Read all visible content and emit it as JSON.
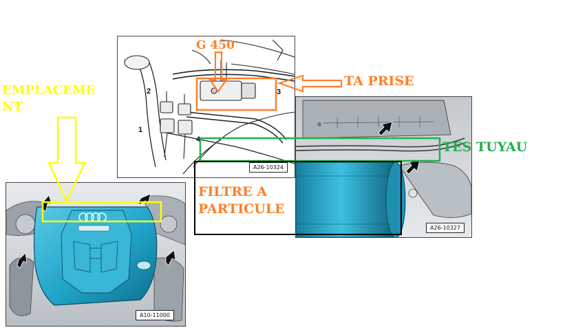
{
  "annotations": {
    "emplacement_line1": "EMPLACEME",
    "emplacement_line2": "NT",
    "g450": "G 450",
    "ta_prise": "TA PRISE",
    "tes_tuyau": "TES TUYAU",
    "filtre_line1": "FILTRE A",
    "filtre_line2": "PARTICULE"
  },
  "figures": {
    "engine_ref": "A10-11000",
    "sensor_ref": "A26-10324",
    "dpf_ref": "A26-10327"
  },
  "callout_numbers": [
    "1",
    "2",
    "3",
    "4"
  ],
  "colors": {
    "yellow": "#ffff00",
    "orange": "#ff7f27",
    "green": "#22b14c",
    "black": "#000000",
    "engine_blue": "#1fa3c8"
  }
}
